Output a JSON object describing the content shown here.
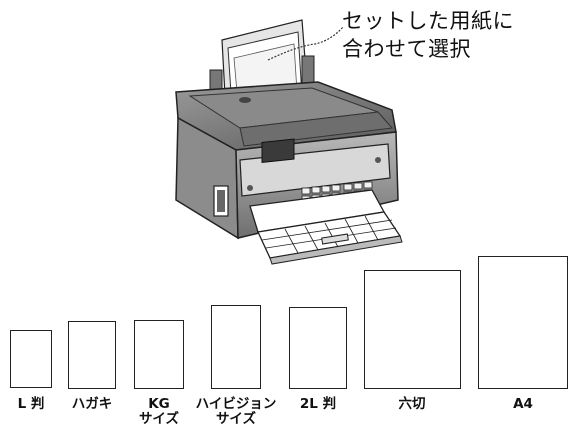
{
  "callout": {
    "line1": "セットした用紙に",
    "line2": "合わせて選択"
  },
  "papers": [
    {
      "label": "L 判",
      "sub": ""
    },
    {
      "label": "ハガキ",
      "sub": ""
    },
    {
      "label": "KG",
      "sub": "サイズ"
    },
    {
      "label": "ハイビジョン",
      "sub": "サイズ"
    },
    {
      "label": "2L 判",
      "sub": ""
    },
    {
      "label": "六切",
      "sub": ""
    },
    {
      "label": "A4",
      "sub": ""
    }
  ]
}
